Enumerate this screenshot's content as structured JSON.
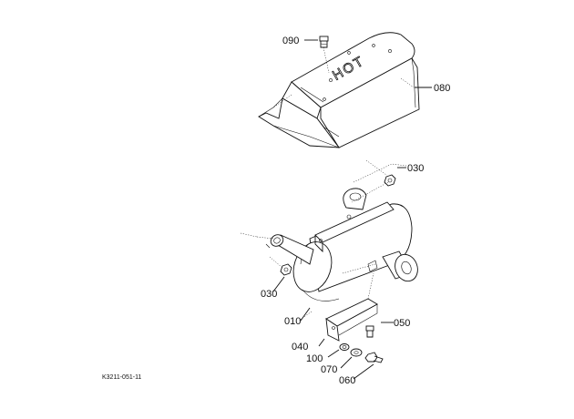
{
  "parts": {
    "p090": "090",
    "p080": "080",
    "p030_top": "030",
    "p030_left": "030",
    "p010": "010",
    "p050": "050",
    "p040": "040",
    "p100": "100",
    "p070": "070",
    "p060": "060"
  },
  "cover_text": "HOT",
  "doc_code": "K3211-051-11"
}
